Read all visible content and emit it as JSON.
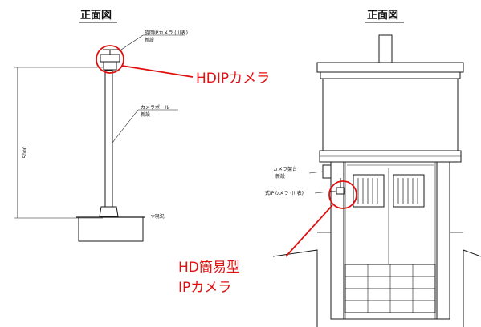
{
  "left_view": {
    "title": "正面図",
    "label_camera": "旋回IPカメラ (川表)",
    "label_camera_new": "新設",
    "label_pole": "カメラポール",
    "label_pole_new": "新設",
    "dimension": "5000",
    "ground_level": "▽現況"
  },
  "right_view": {
    "title": "正面図",
    "label_mount": "カメラ架台",
    "label_mount_new": "新設",
    "label_fixed_camera": "式IPカメラ (川表)"
  },
  "callouts": {
    "hd_ip_camera": "HDIPカメラ",
    "hd_simple_line1": "HD簡易型",
    "hd_simple_line2": "IPカメラ"
  },
  "colors": {
    "callout": "#e01010",
    "line": "#1a1a1a"
  }
}
